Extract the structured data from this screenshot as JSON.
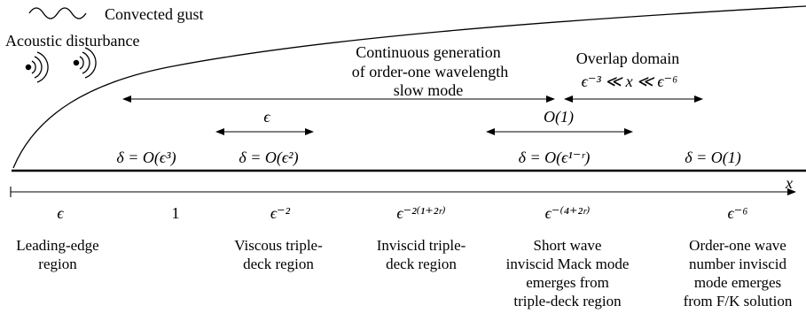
{
  "top_labels": {
    "convected_gust": "Convected gust",
    "acoustic_disturbance": "Acoustic disturbance"
  },
  "continuous_generation": [
    "Continuous generation",
    "of order-one wavelength",
    "slow mode"
  ],
  "overlap": {
    "title": "Overlap domain",
    "inequality": "ϵ⁻³ ≪ x ≪ ϵ⁻⁶"
  },
  "interval_labels": {
    "epsilon": "ϵ",
    "order_one": "O(1)"
  },
  "deltas": [
    "δ = O(ϵ³)",
    "δ = O(ϵ²)",
    "δ = O(ϵ¹⁻ʳ)",
    "δ = O(1)"
  ],
  "axis": {
    "label": "x",
    "ticks": [
      "ϵ",
      "1",
      "ϵ⁻²",
      "ϵ⁻²⁽¹⁺²ʳ⁾",
      "ϵ⁻⁽⁴⁺²ʳ⁾",
      "ϵ⁻⁶"
    ]
  },
  "regions": [
    [
      "Leading-edge",
      "region"
    ],
    [
      "Viscous triple-",
      "deck region"
    ],
    [
      "Inviscid triple-",
      "deck region"
    ],
    [
      "Short wave",
      "inviscid Mack mode",
      "emerges from",
      "triple-deck region"
    ],
    [
      "Order-one wave",
      "number inviscid",
      "mode emerges",
      "from F/K solution"
    ]
  ]
}
